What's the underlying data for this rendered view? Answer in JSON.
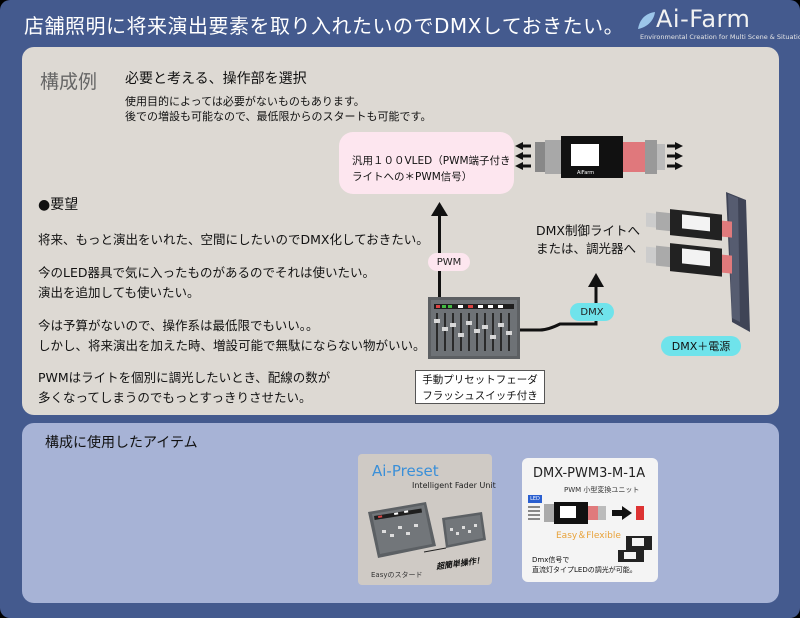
{
  "header": {
    "title": "店舗照明に将来演出要素を取り入れたいのでDMXしておきたい。",
    "logo_text": "Ai-Farm",
    "logo_sub": "Environmental Creation for Multi Scene & Situation"
  },
  "config": {
    "section_title": "構成例",
    "heading": "必要と考える、操作部を選択",
    "lines": [
      "使用目的によっては必要がないものもあります。",
      "後での増設も可能なので、最低限からのスタートも可能です。"
    ],
    "pwm_box_lines": [
      "汎用１００VLED（PWM端子付き",
      "ライトへの＊PWM信号）"
    ],
    "pwm_label": "PWM",
    "dmx_label": "DMX",
    "dmx_power_label": "DMX＋電源",
    "dmx_light_lines": [
      "DMX制御ライトへ",
      "または、調光器へ"
    ],
    "fader_caption_lines": [
      "手動プリセットフェーダ",
      "フラッシュスイッチ付き"
    ],
    "device_module_label": "AiFarm"
  },
  "requests": {
    "title": "●要望",
    "groups": [
      [
        "将来、もっと演出をいれた、空間にしたいのでDMX化しておきたい。"
      ],
      [
        "今のLED器具で気に入ったものがあるのでそれは使いたい。",
        "演出を追加しても使いたい。"
      ],
      [
        "今は予算がないので、操作系は最低限でもいい。。",
        "しかし、将来演出を加えた時、増設可能で無駄にならない物がいい。"
      ],
      [
        "PWMはライトを個別に調光したいとき、配線の数が",
        "多くなってしまうのでもっとすっきりさせたい。"
      ]
    ]
  },
  "items": {
    "title": "構成に使用したアイテム",
    "card1": {
      "title": "Ai-Preset",
      "subtitle": "Intelligent Fader Unit",
      "easy": "Easyのスタード",
      "catch": "超簡単操作！"
    },
    "card2": {
      "title": "DMX-PWM3-M-1A",
      "subtitle": "PWM 小型変換ユニット",
      "led_tag": "LED",
      "easy": "Easy＆Flexible",
      "note_lines": [
        "Dmx信号で",
        "直流灯タイプLEDの調光が可能。"
      ]
    }
  },
  "colors": {
    "frame": "#445a8e",
    "panel_top": "#ddd9d3",
    "panel_bottom": "#a7b3d6",
    "pink": "#fde6ef",
    "cyan": "#6fe3eb",
    "ai_blue": "#3a8fd8"
  }
}
